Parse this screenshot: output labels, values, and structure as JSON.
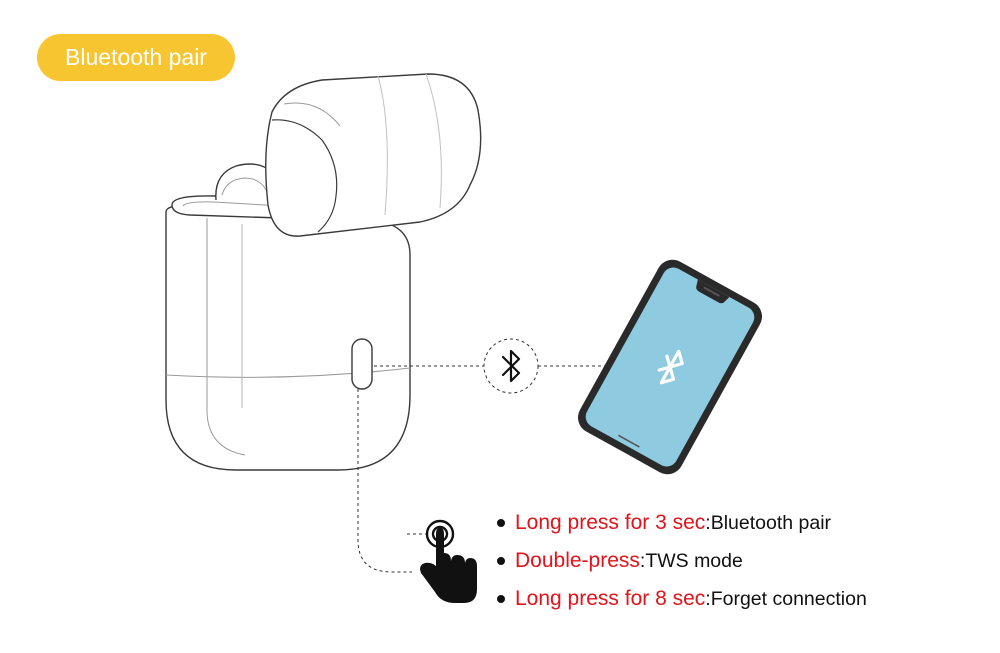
{
  "badge": {
    "label": "Bluetooth pair",
    "color": "#f7c52f"
  },
  "accent_red": "#e0141b",
  "phone_screen_color": "#8ecbe0",
  "icons": {
    "earbud_case": "earbud-case-icon",
    "bluetooth": "bluetooth-icon",
    "phone": "smartphone-icon",
    "hand": "hand-press-icon"
  },
  "instructions": [
    {
      "key": "Long press for 3 sec",
      "desc": ":Bluetooth pair"
    },
    {
      "key": "Double-press",
      "desc": ":TWS mode"
    },
    {
      "key": "Long press for 8 sec",
      "desc": ":Forget connection"
    }
  ]
}
